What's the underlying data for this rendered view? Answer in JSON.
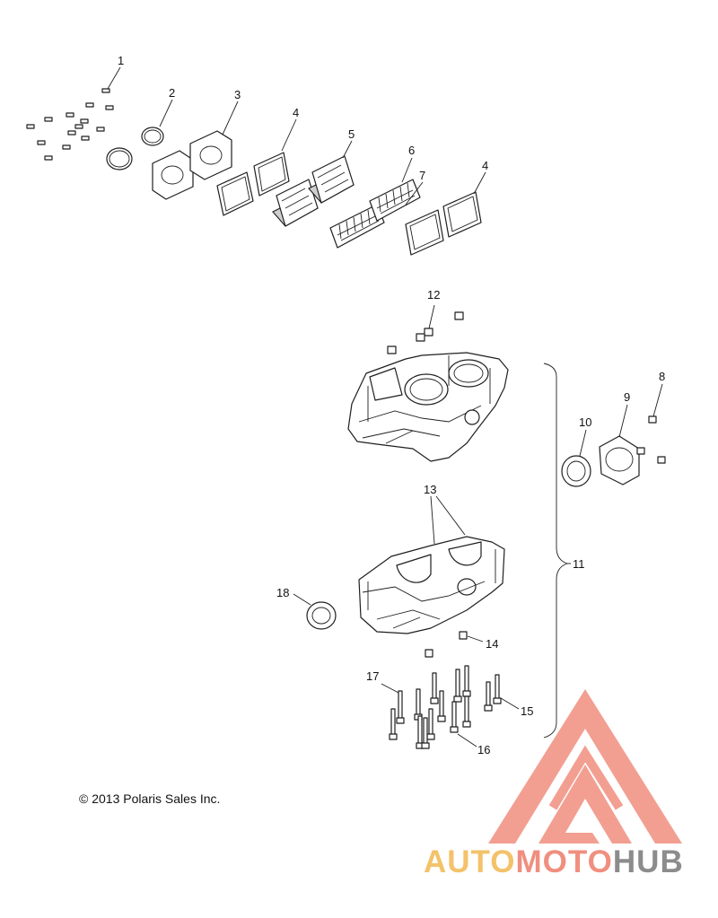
{
  "diagram": {
    "callouts": [
      "1",
      "2",
      "3",
      "4",
      "5",
      "6",
      "7",
      "4",
      "12",
      "8",
      "9",
      "10",
      "11",
      "13",
      "18",
      "14",
      "17",
      "15",
      "16"
    ],
    "copyright": "© 2013 Polaris Sales Inc."
  },
  "watermark": {
    "part1": "AUTO",
    "part2": "MOTO",
    "part3": "HUB",
    "colors": {
      "auto": "#f3c26a",
      "moto": "#f08f7f",
      "hub": "#8c8c8c",
      "triangle": "#f08f7f"
    }
  }
}
